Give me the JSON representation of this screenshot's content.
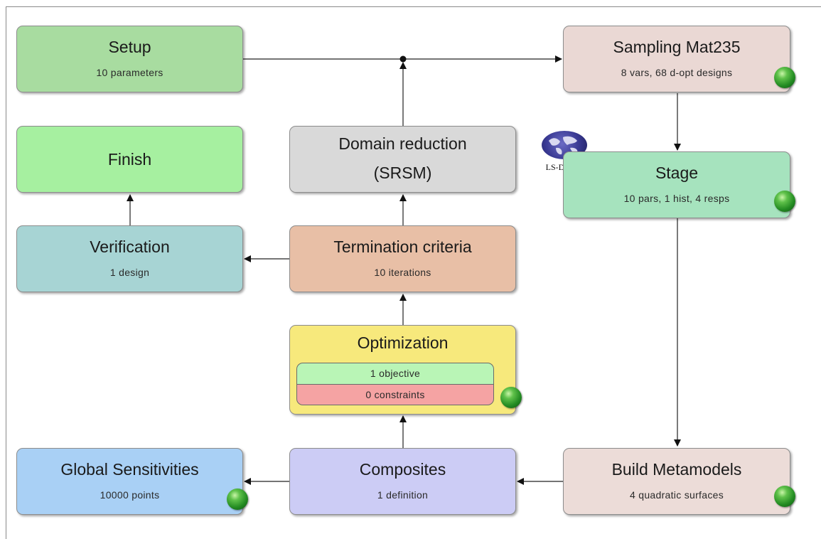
{
  "nodes": {
    "setup": {
      "title": "Setup",
      "sub": "10 parameters"
    },
    "sampling": {
      "title": "Sampling Mat235",
      "sub": "8 vars, 68 d-opt designs"
    },
    "finish": {
      "title": "Finish"
    },
    "domain": {
      "title": "Domain reduction",
      "sub": "(SRSM)"
    },
    "stage": {
      "title": "Stage",
      "sub": "10 pars, 1 hist, 4 resps"
    },
    "verification": {
      "title": "Verification",
      "sub": "1 design"
    },
    "termination": {
      "title": "Termination criteria",
      "sub": "10 iterations"
    },
    "optimization": {
      "title": "Optimization",
      "objective": "1 objective",
      "constraints": "0 constraints"
    },
    "global": {
      "title": "Global Sensitivities",
      "sub": "10000 points"
    },
    "composites": {
      "title": "Composites",
      "sub": "1 definition"
    },
    "metamodels": {
      "title": "Build Metamodels",
      "sub": "4 quadratic surfaces"
    }
  },
  "logo": {
    "text": "LS-DYNA"
  },
  "status_icons": [
    "sampling-done",
    "stage-done",
    "optimization-done",
    "global-done",
    "metamodels-done"
  ],
  "colors": {
    "setup": "#a8dca0",
    "finish": "#a6f0a0",
    "domain": "#d9d9d9",
    "sampling": "#ead8d4",
    "stage": "#a6e3be",
    "verification": "#a7d4d4",
    "termination": "#e8bfa6",
    "optimization": "#f7e97c",
    "global": "#a9d0f5",
    "composites": "#ccccf5",
    "metamodels": "#ecdcd8",
    "objective": "#b9f5b6",
    "constraints": "#f5a3a3"
  }
}
